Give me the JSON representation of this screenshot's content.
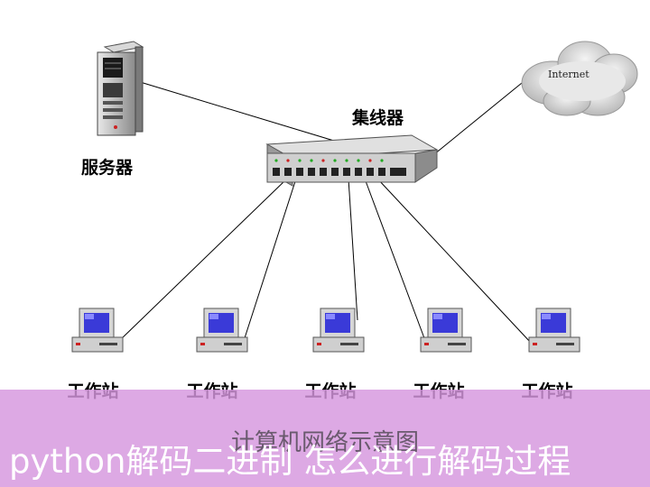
{
  "labels": {
    "server": "服务器",
    "hub": "集线器",
    "internet": "Internet",
    "workstation": "工作站"
  },
  "workstations": [
    "工作站",
    "工作站",
    "工作站",
    "工作站",
    "工作站"
  ],
  "caption": "计算机网络示意图",
  "banner": "python解码二进制 怎么进行解码过程",
  "colors": {
    "overlay": "#d696de",
    "banner_text": "#ffffff",
    "screen": "#3a3ad8",
    "device": "#c8c8c8"
  }
}
